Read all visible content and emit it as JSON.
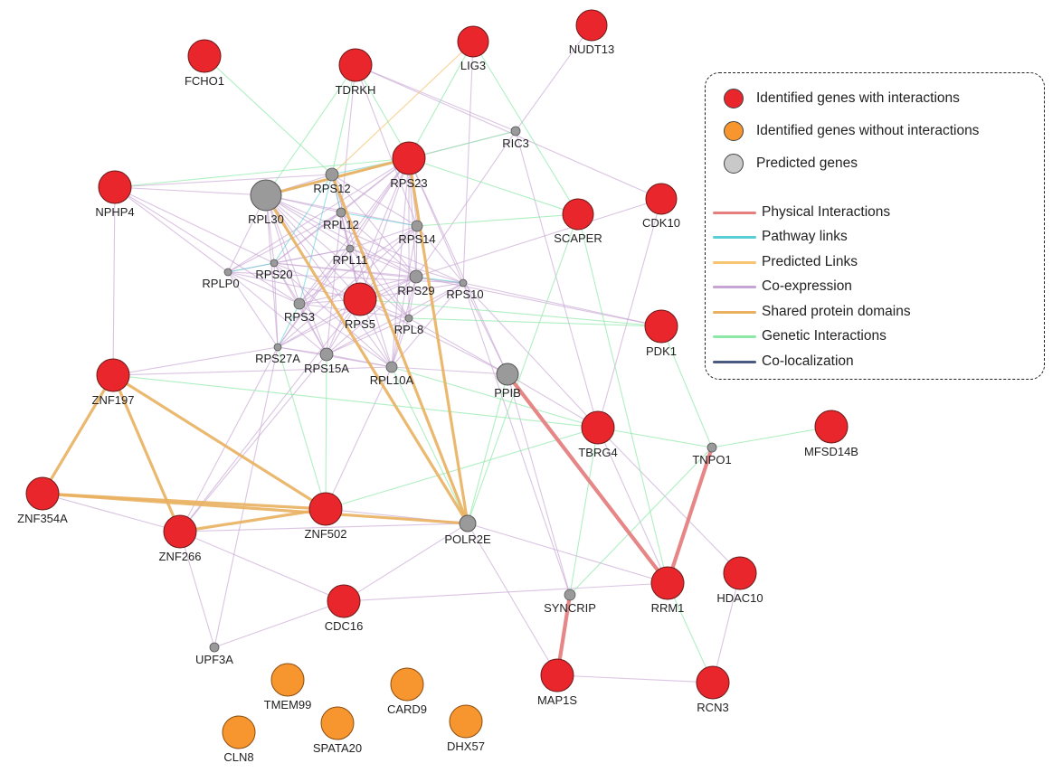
{
  "colors": {
    "identified": "#e8262b",
    "without": "#f7962e",
    "predicted": "#9a9a9a",
    "physical": "#e57f7f",
    "pathway": "#58cfd4",
    "predicted_link": "#f5c572",
    "coexpression": "#c6a4d3",
    "shared": "#e9b05f",
    "genetic": "#8de8a8",
    "colocalization": "#4a5a80"
  },
  "legend": {
    "nodes": [
      {
        "label": "Identified genes with interactions",
        "kind": "identified"
      },
      {
        "label": "Identified genes without interactions",
        "kind": "without"
      },
      {
        "label": "Predicted genes",
        "kind": "predicted"
      }
    ],
    "links": [
      {
        "label": "Physical Interactions",
        "kind": "physical"
      },
      {
        "label": "Pathway links",
        "kind": "pathway"
      },
      {
        "label": "Predicted Links",
        "kind": "predicted_link"
      },
      {
        "label": "Co-expression",
        "kind": "coexpression"
      },
      {
        "label": "Shared protein domains",
        "kind": "shared"
      },
      {
        "label": "Genetic Interactions",
        "kind": "genetic"
      },
      {
        "label": "Co-localization",
        "kind": "colocalization"
      }
    ]
  },
  "nodes": [
    {
      "id": "FCHO1",
      "kind": "identified"
    },
    {
      "id": "TDRKH",
      "kind": "identified"
    },
    {
      "id": "LIG3",
      "kind": "identified"
    },
    {
      "id": "NUDT13",
      "kind": "identified"
    },
    {
      "id": "RIC3",
      "kind": "predicted"
    },
    {
      "id": "NPHP4",
      "kind": "identified"
    },
    {
      "id": "RPL30",
      "kind": "predicted"
    },
    {
      "id": "RPS12",
      "kind": "predicted"
    },
    {
      "id": "RPS23",
      "kind": "identified"
    },
    {
      "id": "CDK10",
      "kind": "identified"
    },
    {
      "id": "SCAPER",
      "kind": "identified"
    },
    {
      "id": "RPL12",
      "kind": "predicted"
    },
    {
      "id": "RPS14",
      "kind": "predicted"
    },
    {
      "id": "RPL11",
      "kind": "predicted"
    },
    {
      "id": "RPS20",
      "kind": "predicted"
    },
    {
      "id": "RPLP0",
      "kind": "predicted"
    },
    {
      "id": "RPS29",
      "kind": "predicted"
    },
    {
      "id": "RPS10",
      "kind": "predicted"
    },
    {
      "id": "RPS3",
      "kind": "predicted"
    },
    {
      "id": "RPS5",
      "kind": "identified"
    },
    {
      "id": "RPL8",
      "kind": "predicted"
    },
    {
      "id": "PDK1",
      "kind": "identified"
    },
    {
      "id": "RPS27A",
      "kind": "predicted"
    },
    {
      "id": "RPS15A",
      "kind": "predicted"
    },
    {
      "id": "RPL10A",
      "kind": "predicted"
    },
    {
      "id": "PPIB",
      "kind": "predicted"
    },
    {
      "id": "ZNF197",
      "kind": "identified"
    },
    {
      "id": "TBRG4",
      "kind": "identified"
    },
    {
      "id": "TNPO1",
      "kind": "predicted"
    },
    {
      "id": "MFSD14B",
      "kind": "identified"
    },
    {
      "id": "ZNF354A",
      "kind": "identified"
    },
    {
      "id": "ZNF502",
      "kind": "identified"
    },
    {
      "id": "ZNF266",
      "kind": "identified"
    },
    {
      "id": "POLR2E",
      "kind": "predicted"
    },
    {
      "id": "RRM1",
      "kind": "identified"
    },
    {
      "id": "HDAC10",
      "kind": "identified"
    },
    {
      "id": "SYNCRIP",
      "kind": "predicted"
    },
    {
      "id": "CDC16",
      "kind": "identified"
    },
    {
      "id": "UPF3A",
      "kind": "predicted"
    },
    {
      "id": "MAP1S",
      "kind": "identified"
    },
    {
      "id": "RCN3",
      "kind": "identified"
    },
    {
      "id": "TMEM99",
      "kind": "without"
    },
    {
      "id": "CARD9",
      "kind": "without"
    },
    {
      "id": "CLN8",
      "kind": "without"
    },
    {
      "id": "SPATA20",
      "kind": "without"
    },
    {
      "id": "DHX57",
      "kind": "without"
    }
  ],
  "edges": [
    [
      "FCHO1",
      "RPS12",
      "genetic"
    ],
    [
      "TDRKH",
      "RPS12",
      "genetic"
    ],
    [
      "TDRKH",
      "RPS23",
      "genetic"
    ],
    [
      "TDRKH",
      "RPL30",
      "genetic"
    ],
    [
      "TDRKH",
      "RPL12",
      "coexpression"
    ],
    [
      "TDRKH",
      "RPS14",
      "coexpression"
    ],
    [
      "TDRKH",
      "RIC3",
      "coexpression"
    ],
    [
      "TDRKH",
      "CDK10",
      "coexpression"
    ],
    [
      "LIG3",
      "RPS23",
      "genetic"
    ],
    [
      "LIG3",
      "RPS12",
      "predicted_link"
    ],
    [
      "LIG3",
      "SCAPER",
      "genetic"
    ],
    [
      "LIG3",
      "RPS10",
      "coexpression"
    ],
    [
      "NUDT13",
      "RIC3",
      "coexpression"
    ],
    [
      "RIC3",
      "RPS23",
      "coexpression"
    ],
    [
      "RIC3",
      "RPS29",
      "coexpression"
    ],
    [
      "RIC3",
      "TBRG4",
      "coexpression"
    ],
    [
      "RIC3",
      "RPL30",
      "genetic"
    ],
    [
      "NPHP4",
      "RPL30",
      "coexpression"
    ],
    [
      "NPHP4",
      "RPS12",
      "coexpression"
    ],
    [
      "NPHP4",
      "RPLP0",
      "coexpression"
    ],
    [
      "NPHP4",
      "RPS20",
      "coexpression"
    ],
    [
      "NPHP4",
      "RPS23",
      "genetic"
    ],
    [
      "NPHP4",
      "ZNF197",
      "coexpression"
    ],
    [
      "NPHP4",
      "RPS3",
      "coexpression"
    ],
    [
      "RPL30",
      "RPS12",
      "coexpression"
    ],
    [
      "RPL30",
      "RPS23",
      "coexpression"
    ],
    [
      "RPL30",
      "RPL12",
      "coexpression"
    ],
    [
      "RPL30",
      "RPS14",
      "coexpression"
    ],
    [
      "RPL30",
      "RPL11",
      "coexpression"
    ],
    [
      "RPL30",
      "RPS20",
      "coexpression"
    ],
    [
      "RPL30",
      "RPLP0",
      "coexpression"
    ],
    [
      "RPL30",
      "RPS29",
      "coexpression"
    ],
    [
      "RPL30",
      "RPS10",
      "coexpression"
    ],
    [
      "RPL30",
      "RPS3",
      "coexpression"
    ],
    [
      "RPL30",
      "RPS5",
      "coexpression"
    ],
    [
      "RPL30",
      "RPL8",
      "coexpression"
    ],
    [
      "RPL30",
      "RPS27A",
      "coexpression"
    ],
    [
      "RPL30",
      "RPS15A",
      "coexpression"
    ],
    [
      "RPL30",
      "RPL10A",
      "coexpression"
    ],
    [
      "RPL30",
      "POLR2E",
      "shared"
    ],
    [
      "RPS23",
      "POLR2E",
      "shared"
    ],
    [
      "RPS12",
      "POLR2E",
      "shared"
    ],
    [
      "RPS23",
      "RPL30",
      "shared"
    ],
    [
      "RPS12",
      "RPS23",
      "pathway"
    ],
    [
      "RPS12",
      "RPL12",
      "pathway"
    ],
    [
      "RPS12",
      "RPS14",
      "coexpression"
    ],
    [
      "RPS12",
      "RPS20",
      "pathway"
    ],
    [
      "RPS12",
      "RPS29",
      "coexpression"
    ],
    [
      "RPS12",
      "RPS5",
      "coexpression"
    ],
    [
      "RPS12",
      "RPS3",
      "pathway"
    ],
    [
      "RPS12",
      "RPL10A",
      "coexpression"
    ],
    [
      "RPS23",
      "RPL12",
      "coexpression"
    ],
    [
      "RPS23",
      "RPS14",
      "coexpression"
    ],
    [
      "RPS23",
      "RPL11",
      "coexpression"
    ],
    [
      "RPS23",
      "RPS20",
      "coexpression"
    ],
    [
      "RPS23",
      "RPLP0",
      "coexpression"
    ],
    [
      "RPS23",
      "RPS29",
      "coexpression"
    ],
    [
      "RPS23",
      "RPS10",
      "coexpression"
    ],
    [
      "RPS23",
      "RPS3",
      "coexpression"
    ],
    [
      "RPS23",
      "RPS5",
      "coexpression"
    ],
    [
      "RPS23",
      "RPL8",
      "coexpression"
    ],
    [
      "RPS23",
      "RPS27A",
      "coexpression"
    ],
    [
      "RPS23",
      "RPS15A",
      "coexpression"
    ],
    [
      "RPS23",
      "RPL10A",
      "coexpression"
    ],
    [
      "RPS23",
      "SCAPER",
      "genetic"
    ],
    [
      "RPS23",
      "PPIB",
      "coexpression"
    ],
    [
      "RPL12",
      "RPS14",
      "pathway"
    ],
    [
      "RPL12",
      "RPL11",
      "coexpression"
    ],
    [
      "RPL12",
      "RPS20",
      "coexpression"
    ],
    [
      "RPL12",
      "RPLP0",
      "coexpression"
    ],
    [
      "RPL12",
      "RPS29",
      "coexpression"
    ],
    [
      "RPL12",
      "RPS5",
      "coexpression"
    ],
    [
      "RPL12",
      "RPL8",
      "coexpression"
    ],
    [
      "RPL12",
      "RPS15A",
      "coexpression"
    ],
    [
      "RPS14",
      "RPL11",
      "coexpression"
    ],
    [
      "RPS14",
      "RPS29",
      "coexpression"
    ],
    [
      "RPS14",
      "RPS10",
      "coexpression"
    ],
    [
      "RPS14",
      "RPS5",
      "coexpression"
    ],
    [
      "RPS14",
      "RPS3",
      "coexpression"
    ],
    [
      "RPS14",
      "RPL10A",
      "coexpression"
    ],
    [
      "RPS14",
      "SCAPER",
      "genetic"
    ],
    [
      "RPS14",
      "RPS27A",
      "coexpression"
    ],
    [
      "RPL11",
      "RPS20",
      "coexpression"
    ],
    [
      "RPL11",
      "RPLP0",
      "coexpression"
    ],
    [
      "RPL11",
      "RPS29",
      "coexpression"
    ],
    [
      "RPL11",
      "RPS5",
      "coexpression"
    ],
    [
      "RPL11",
      "RPS3",
      "coexpression"
    ],
    [
      "RPL11",
      "RPL8",
      "coexpression"
    ],
    [
      "RPL11",
      "RPS27A",
      "coexpression"
    ],
    [
      "RPL11",
      "RPS10",
      "coexpression"
    ],
    [
      "RPS20",
      "RPLP0",
      "pathway"
    ],
    [
      "RPS20",
      "RPS29",
      "coexpression"
    ],
    [
      "RPS20",
      "RPS3",
      "coexpression"
    ],
    [
      "RPS20",
      "RPS5",
      "coexpression"
    ],
    [
      "RPS20",
      "RPS15A",
      "coexpression"
    ],
    [
      "RPS20",
      "RPS27A",
      "coexpression"
    ],
    [
      "RPS20",
      "RPL10A",
      "coexpression"
    ],
    [
      "RPS20",
      "RPS10",
      "coexpression"
    ],
    [
      "RPLP0",
      "RPS3",
      "coexpression"
    ],
    [
      "RPLP0",
      "RPS27A",
      "coexpression"
    ],
    [
      "RPLP0",
      "RPS5",
      "coexpression"
    ],
    [
      "RPLP0",
      "RPS10",
      "coexpression"
    ],
    [
      "RPLP0",
      "RPS15A",
      "coexpression"
    ],
    [
      "RPS29",
      "RPS10",
      "pathway"
    ],
    [
      "RPS29",
      "RPS5",
      "coexpression"
    ],
    [
      "RPS29",
      "RPL8",
      "coexpression"
    ],
    [
      "RPS29",
      "RPL10A",
      "coexpression"
    ],
    [
      "RPS29",
      "RPS3",
      "coexpression"
    ],
    [
      "RPS29",
      "RPS15A",
      "coexpression"
    ],
    [
      "RPS29",
      "PDK1",
      "coexpression"
    ],
    [
      "RPS29",
      "CDK10",
      "coexpression"
    ],
    [
      "RPS29",
      "RPS27A",
      "coexpression"
    ],
    [
      "RPS10",
      "RPS5",
      "coexpression"
    ],
    [
      "RPS10",
      "RPL8",
      "coexpression"
    ],
    [
      "RPS10",
      "PDK1",
      "coexpression"
    ],
    [
      "RPS10",
      "RPL10A",
      "coexpression"
    ],
    [
      "RPS10",
      "PPIB",
      "coexpression"
    ],
    [
      "RPS10",
      "TBRG4",
      "coexpression"
    ],
    [
      "RPS10",
      "RPS15A",
      "coexpression"
    ],
    [
      "RPS3",
      "RPS5",
      "coexpression"
    ],
    [
      "RPS3",
      "RPS27A",
      "pathway"
    ],
    [
      "RPS3",
      "RPS15A",
      "coexpression"
    ],
    [
      "RPS3",
      "RPL10A",
      "coexpression"
    ],
    [
      "RPS3",
      "RPL8",
      "coexpression"
    ],
    [
      "RPS5",
      "RPL8",
      "coexpression"
    ],
    [
      "RPS5",
      "RPS27A",
      "coexpression"
    ],
    [
      "RPS5",
      "RPS15A",
      "coexpression"
    ],
    [
      "RPS5",
      "RPL10A",
      "coexpression"
    ],
    [
      "RPS5",
      "PPIB",
      "coexpression"
    ],
    [
      "RPS5",
      "PDK1",
      "genetic"
    ],
    [
      "RPL8",
      "RPS15A",
      "coexpression"
    ],
    [
      "RPL8",
      "RPL10A",
      "coexpression"
    ],
    [
      "RPL8",
      "PDK1",
      "genetic"
    ],
    [
      "RPL8",
      "PPIB",
      "coexpression"
    ],
    [
      "RPS27A",
      "RPS15A",
      "coexpression"
    ],
    [
      "RPS27A",
      "RPL10A",
      "coexpression"
    ],
    [
      "RPS27A",
      "ZNF266",
      "coexpression"
    ],
    [
      "RPS27A",
      "UPF3A",
      "coexpression"
    ],
    [
      "RPS27A",
      "ZNF502",
      "genetic"
    ],
    [
      "RPS27A",
      "ZNF197",
      "coexpression"
    ],
    [
      "RPS15A",
      "RPL10A",
      "coexpression"
    ],
    [
      "RPS15A",
      "ZNF502",
      "genetic"
    ],
    [
      "RPS15A",
      "ZNF266",
      "coexpression"
    ],
    [
      "RPL10A",
      "PPIB",
      "coexpression"
    ],
    [
      "RPL10A",
      "POLR2E",
      "genetic"
    ],
    [
      "RPL10A",
      "ZNF502",
      "coexpression"
    ],
    [
      "RPL10A",
      "TBRG4",
      "genetic"
    ],
    [
      "PPIB",
      "RRM1",
      "physical"
    ],
    [
      "PPIB",
      "TBRG4",
      "coexpression"
    ],
    [
      "PPIB",
      "POLR2E",
      "genetic"
    ],
    [
      "PPIB",
      "SYNCRIP",
      "coexpression"
    ],
    [
      "CDK10",
      "TBRG4",
      "coexpression"
    ],
    [
      "SCAPER",
      "RRM1",
      "genetic"
    ],
    [
      "SCAPER",
      "POLR2E",
      "genetic"
    ],
    [
      "PDK1",
      "TNPO1",
      "genetic"
    ],
    [
      "ZNF197",
      "ZNF354A",
      "shared"
    ],
    [
      "ZNF197",
      "ZNF266",
      "shared"
    ],
    [
      "ZNF197",
      "ZNF502",
      "shared"
    ],
    [
      "ZNF197",
      "RPL10A",
      "coexpression"
    ],
    [
      "ZNF197",
      "TBRG4",
      "genetic"
    ],
    [
      "ZNF354A",
      "ZNF266",
      "coexpression"
    ],
    [
      "ZNF354A",
      "ZNF502",
      "shared"
    ],
    [
      "ZNF354A",
      "POLR2E",
      "shared"
    ],
    [
      "ZNF266",
      "ZNF502",
      "shared"
    ],
    [
      "ZNF266",
      "CDC16",
      "coexpression"
    ],
    [
      "ZNF266",
      "UPF3A",
      "coexpression"
    ],
    [
      "ZNF266",
      "POLR2E",
      "coexpression"
    ],
    [
      "ZNF266",
      "RPS5",
      "coexpression"
    ],
    [
      "ZNF502",
      "POLR2E",
      "coexpression"
    ],
    [
      "ZNF502",
      "TBRG4",
      "genetic"
    ],
    [
      "POLR2E",
      "CDC16",
      "coexpression"
    ],
    [
      "POLR2E",
      "MAP1S",
      "coexpression"
    ],
    [
      "POLR2E",
      "RRM1",
      "coexpression"
    ],
    [
      "TBRG4",
      "TNPO1",
      "genetic"
    ],
    [
      "TBRG4",
      "HDAC10",
      "coexpression"
    ],
    [
      "TBRG4",
      "RRM1",
      "coexpression"
    ],
    [
      "TBRG4",
      "SYNCRIP",
      "genetic"
    ],
    [
      "TNPO1",
      "RRM1",
      "physical"
    ],
    [
      "TNPO1",
      "MFSD14B",
      "genetic"
    ],
    [
      "TNPO1",
      "SYNCRIP",
      "genetic"
    ],
    [
      "RRM1",
      "CDC16",
      "coexpression"
    ],
    [
      "RRM1",
      "RCN3",
      "genetic"
    ],
    [
      "HDAC10",
      "RCN3",
      "coexpression"
    ],
    [
      "SYNCRIP",
      "MAP1S",
      "physical"
    ],
    [
      "SYNCRIP",
      "RPS10",
      "coexpression"
    ],
    [
      "MAP1S",
      "RCN3",
      "coexpression"
    ],
    [
      "CDC16",
      "UPF3A",
      "coexpression"
    ]
  ]
}
